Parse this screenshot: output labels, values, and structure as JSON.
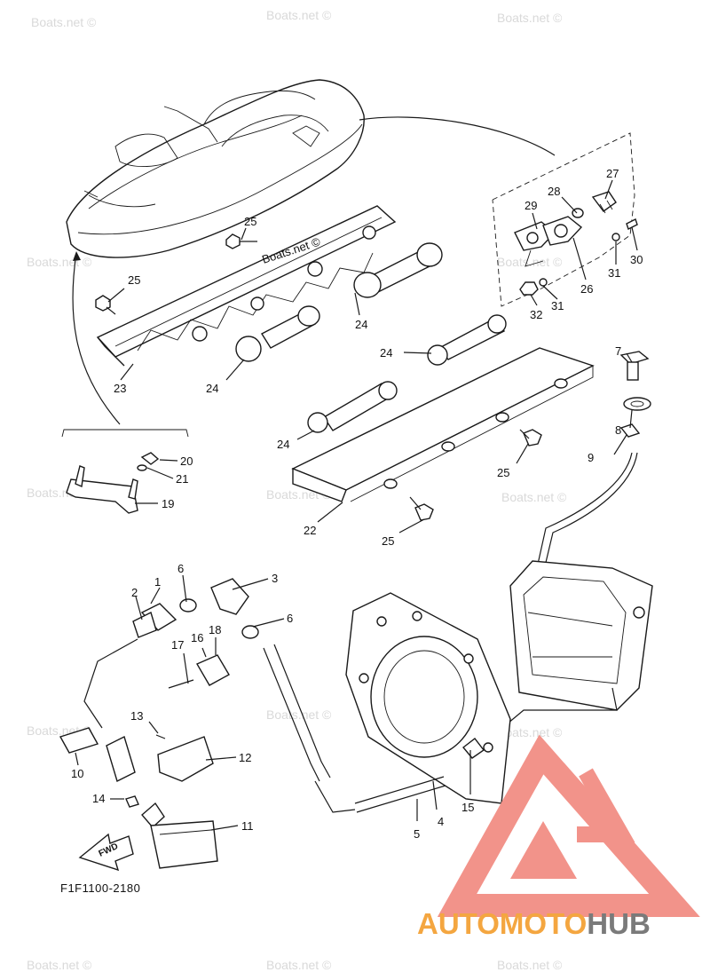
{
  "watermarks": [
    "Boats.net ©",
    "Boats.net ©",
    "Boats.net ©",
    "Boats.net ©",
    "Boats.net ©",
    "Boats.net ©",
    "Boats.net ©",
    "Boats.net ©",
    "Boats.net ©",
    "Boats.net ©",
    "Boats.net ©",
    "Boats.net ©",
    "Boats.net ©",
    "Boats.net ©"
  ],
  "center_watermark": "Boats.net ©",
  "callouts": [
    "1",
    "2",
    "3",
    "4",
    "5",
    "6",
    "6",
    "7",
    "8",
    "9",
    "10",
    "11",
    "12",
    "13",
    "14",
    "15",
    "16",
    "17",
    "18",
    "19",
    "20",
    "21",
    "22",
    "23",
    "24",
    "24",
    "24",
    "24",
    "25",
    "25",
    "25",
    "25",
    "26",
    "27",
    "28",
    "29",
    "30",
    "31",
    "31",
    "32"
  ],
  "diagram_code": "F1F1100-2180",
  "fwd_label": "FWD",
  "brand": {
    "part1": "AUTOMOTO",
    "part2": "HUB",
    "color1": "#f4a640",
    "color2": "#7a7a7a",
    "logo_color": "#f2938a"
  }
}
